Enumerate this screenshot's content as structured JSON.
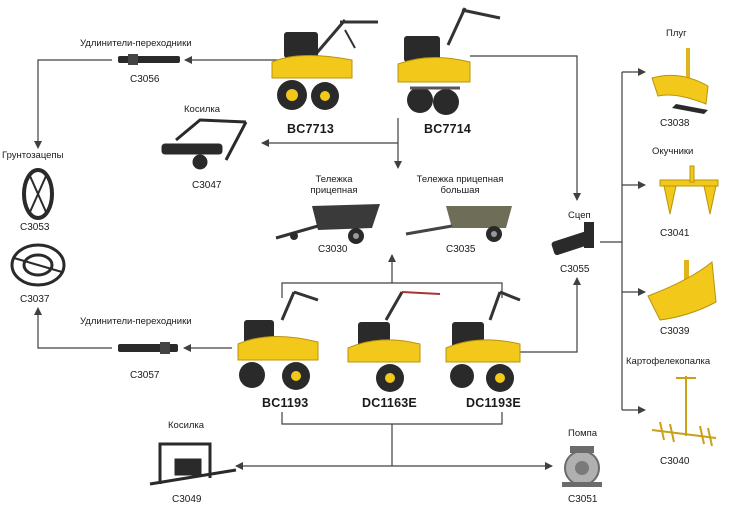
{
  "colors": {
    "line": "#404040",
    "machine": "#f2c81a",
    "machine_dark": "#2a2a2a",
    "metal": "#6b6b6b"
  },
  "top_models": {
    "left": "BC7713",
    "right": "BC7714"
  },
  "bottom_models": {
    "left": "BC1193",
    "mid": "DC1163E",
    "right": "DC1193E"
  },
  "extenders_top": {
    "label": "Удлинители-переходники",
    "code": "C3056"
  },
  "extenders_bottom": {
    "label": "Удлинители-переходники",
    "code": "C3057"
  },
  "mower_top": {
    "label": "Косилка",
    "code": "C3047"
  },
  "wheels": {
    "label": "Грунтозацепы",
    "code1": "C3053",
    "code2": "C3037"
  },
  "trailer": {
    "label_line1": "Тележка",
    "label_line2": "прицепная",
    "code": "C3030"
  },
  "trailer_big": {
    "label_line1": "Тележка прицепная",
    "label_line2": "большая",
    "code": "C3035"
  },
  "hitch": {
    "label": "Сцеп",
    "code": "C3055"
  },
  "plough": {
    "label": "Плуг",
    "code": "C3038"
  },
  "hiller": {
    "label": "Окучники",
    "code": "C3041"
  },
  "plough2": {
    "code": "C3039"
  },
  "digger": {
    "label": "Картофелекопалка",
    "code": "C3040"
  },
  "mower_bottom": {
    "label": "Косилка",
    "code": "C3049"
  },
  "pump": {
    "label": "Помпа",
    "code": "C3051"
  }
}
